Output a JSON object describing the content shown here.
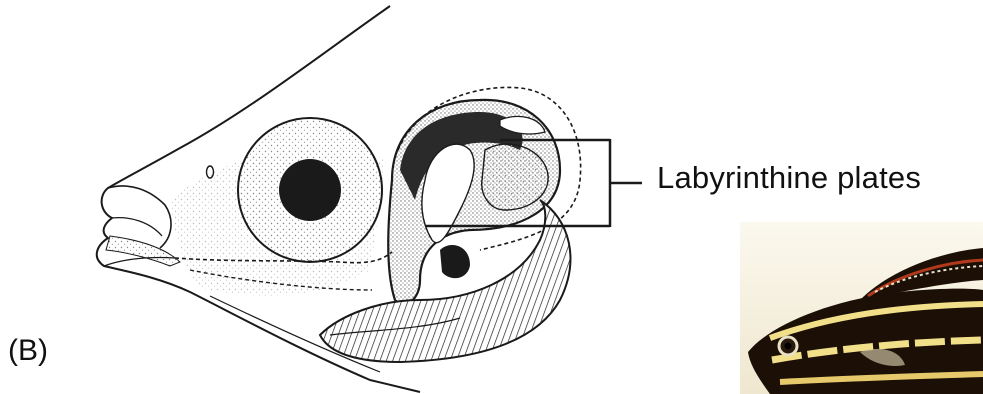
{
  "figure": {
    "panel_label": "(B)",
    "callout_label": "Labyrinthine plates",
    "colors": {
      "ink": "#1a1a1a",
      "stipple": "#8a8a8a",
      "fish_stripe_light": "#f2df8a",
      "fish_stripe_dark": "#1b0f06",
      "fish_fin_red": "#b23a1c",
      "photo_bg": "#f6f1e2"
    },
    "icons": [
      "fish-head-drawing",
      "eye",
      "labyrinth-organ",
      "gill-arch",
      "fish-photo"
    ]
  }
}
